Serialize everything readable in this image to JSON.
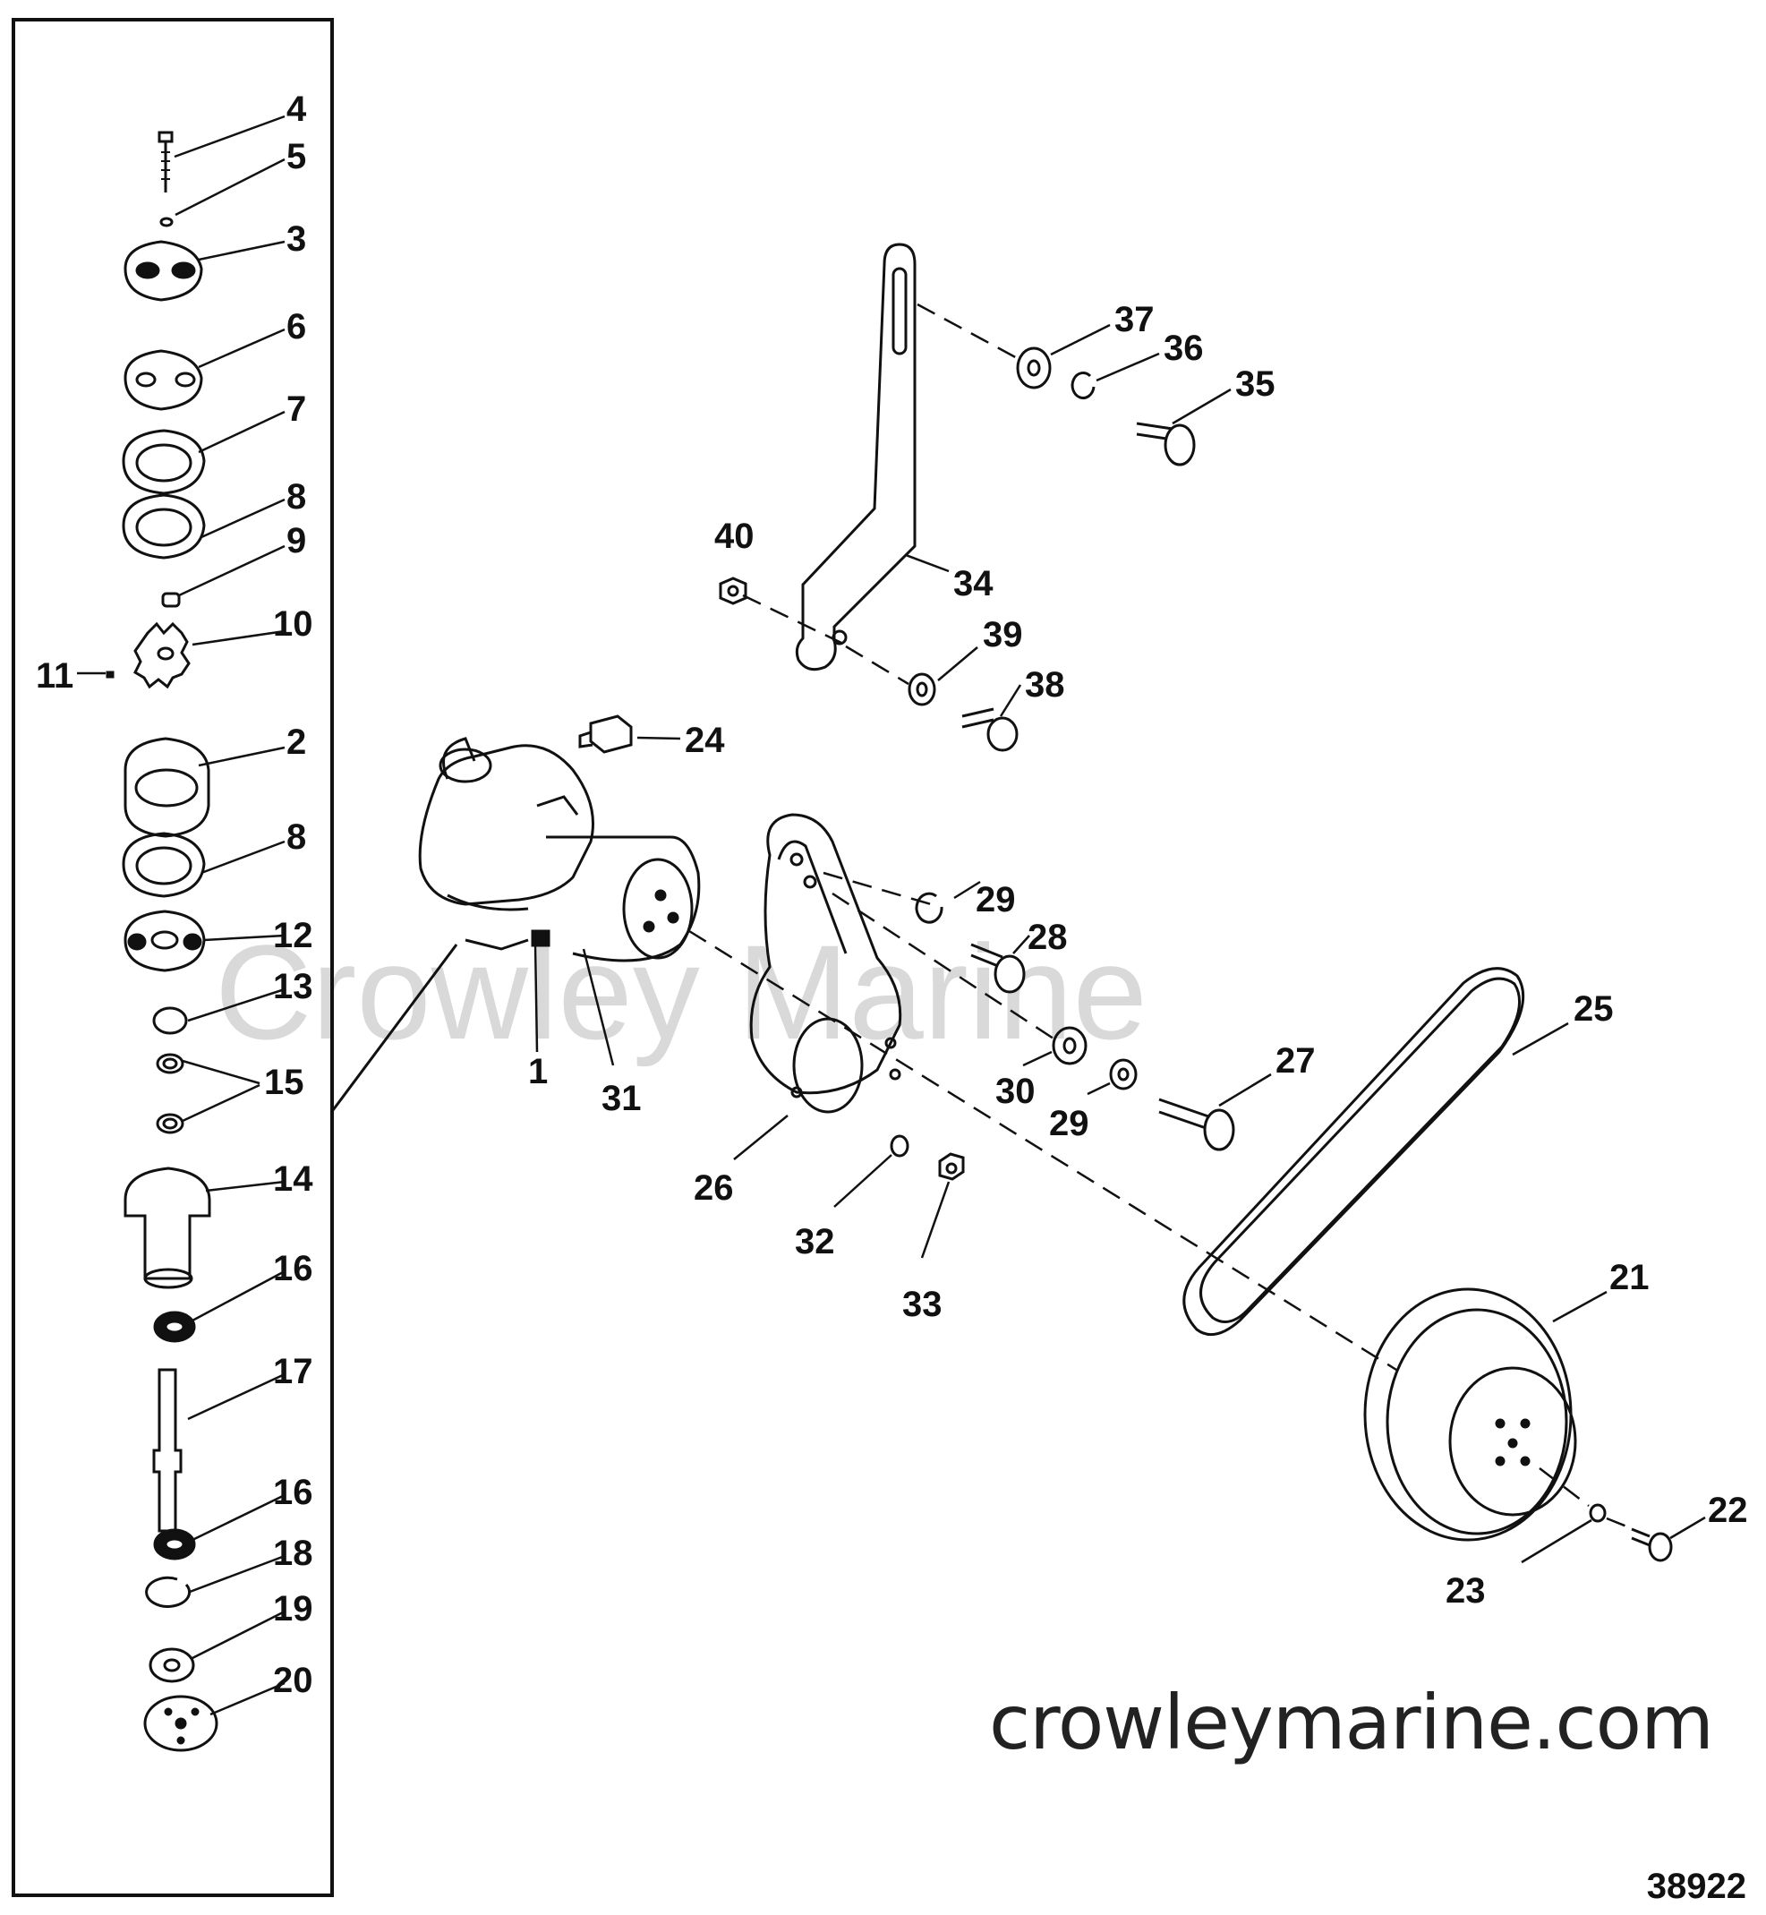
{
  "diagram": {
    "watermark_text": "Crowley Marine",
    "site_label": "crowleymarine.com",
    "figure_number": "38922",
    "callouts": {
      "c4": "4",
      "c5": "5",
      "c3": "3",
      "c6": "6",
      "c7": "7",
      "c8a": "8",
      "c9": "9",
      "c10": "10",
      "c11": "11",
      "c2": "2",
      "c8b": "8",
      "c12": "12",
      "c13": "13",
      "c15": "15",
      "c14": "14",
      "c16a": "16",
      "c17": "17",
      "c16b": "16",
      "c18": "18",
      "c19": "19",
      "c20": "20",
      "c1": "1",
      "c31": "31",
      "c24": "24",
      "c40": "40",
      "c34": "34",
      "c39": "39",
      "c38": "38",
      "c37": "37",
      "c36": "36",
      "c35": "35",
      "c29a": "29",
      "c28": "28",
      "c25": "25",
      "c30": "30",
      "c29b": "29",
      "c27": "27",
      "c26": "26",
      "c32": "32",
      "c33": "33",
      "c21": "21",
      "c22": "22",
      "c23": "23"
    }
  }
}
